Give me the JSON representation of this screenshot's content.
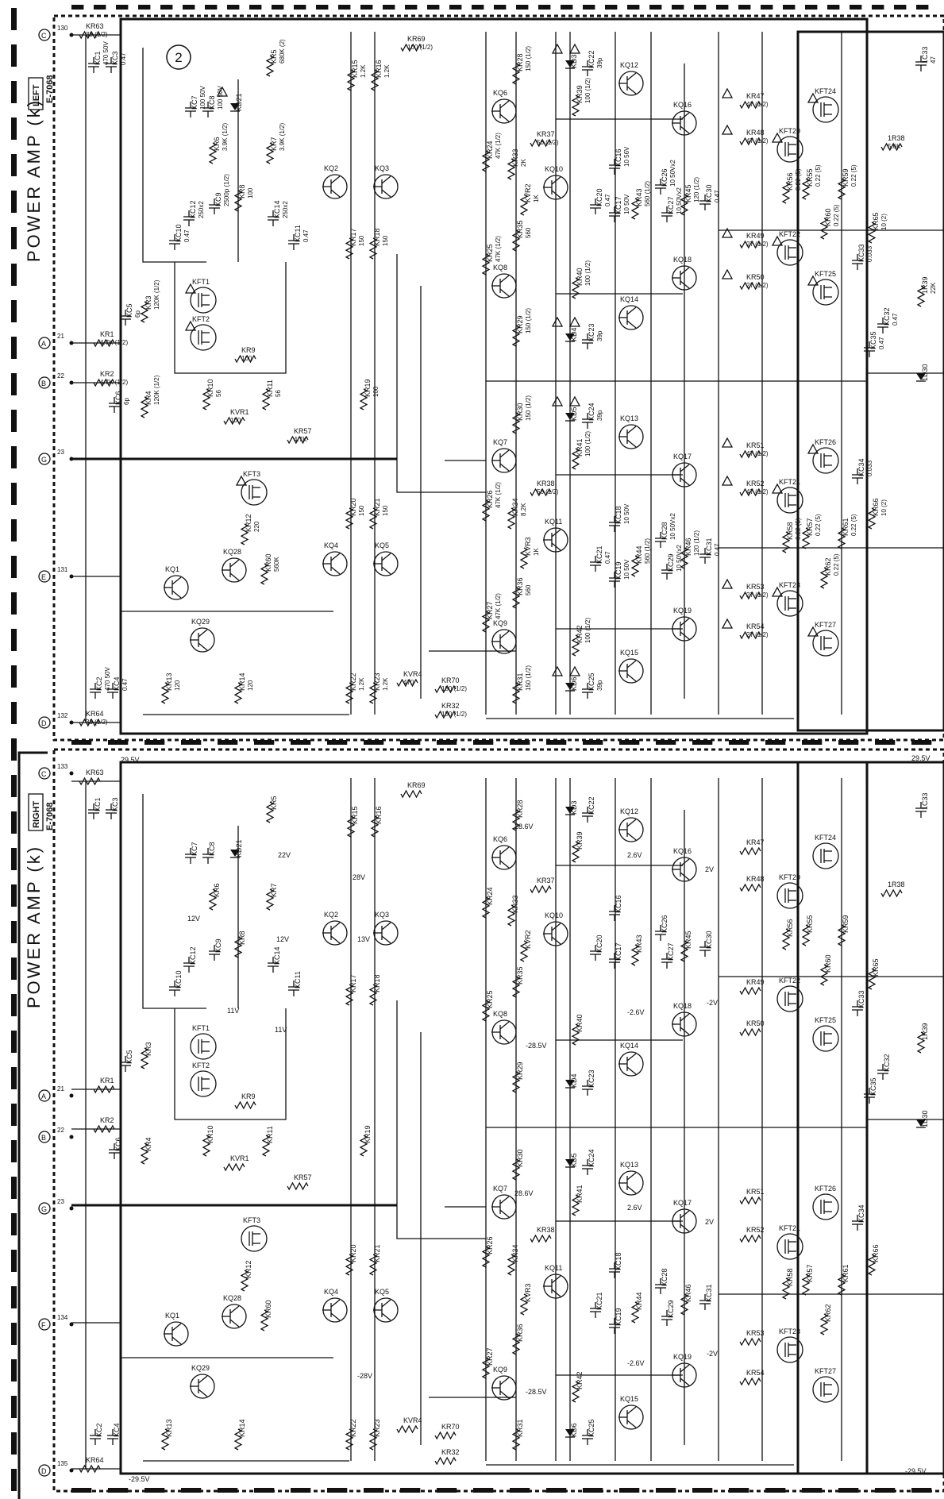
{
  "left": {
    "title": "POWER AMP (k)",
    "channel": "LEFT",
    "board": "E-7068",
    "circle_badge": "2",
    "terminals": [
      {
        "pin": "130",
        "letter": "C"
      },
      {
        "pin": "21",
        "letter": "A"
      },
      {
        "pin": "22",
        "letter": "B"
      },
      {
        "pin": "23",
        "letter": "G"
      },
      {
        "pin": "131",
        "letter": "E"
      },
      {
        "pin": "132",
        "letter": "D"
      }
    ],
    "components": [
      {
        "ref": "KR63",
        "value": "33 (1/2)"
      },
      {
        "ref": "KC1",
        "value": "470 50V"
      },
      {
        "ref": "KC3",
        "value": "0.47"
      },
      {
        "ref": "KR5",
        "value": "680K (2)"
      },
      {
        "ref": "KC7",
        "value": "100 50V"
      },
      {
        "ref": "KC8",
        "value": "100 50V"
      },
      {
        "ref": "KD21",
        "value": ""
      },
      {
        "ref": "KR6",
        "value": "3.9K (1/2)"
      },
      {
        "ref": "KR7",
        "value": "3.9K (1/2)"
      },
      {
        "ref": "KR8",
        "value": "100"
      },
      {
        "ref": "KC9",
        "value": "2500p (1/2)"
      },
      {
        "ref": "KC12",
        "value": "250x2"
      },
      {
        "ref": "KC14",
        "value": "250x2"
      },
      {
        "ref": "KC10",
        "value": "0.47"
      },
      {
        "ref": "KC11",
        "value": "0.47"
      },
      {
        "ref": "KFT1",
        "value": ""
      },
      {
        "ref": "KFT2",
        "value": ""
      },
      {
        "ref": "KC5",
        "value": "6p"
      },
      {
        "ref": "KR3",
        "value": "120K (1/2)"
      },
      {
        "ref": "KR1",
        "value": "4.7K (1/2)"
      },
      {
        "ref": "KR2",
        "value": "4.7K (1/2)"
      },
      {
        "ref": "KC6",
        "value": "6p"
      },
      {
        "ref": "KR4",
        "value": "120K (1/2)"
      },
      {
        "ref": "KR9",
        "value": "100"
      },
      {
        "ref": "KR10",
        "value": "56"
      },
      {
        "ref": "KR11",
        "value": "56"
      },
      {
        "ref": "KVR1",
        "value": "100"
      },
      {
        "ref": "KR57",
        "value": "4.7K"
      },
      {
        "ref": "KFT3",
        "value": ""
      },
      {
        "ref": "KR12",
        "value": "220"
      },
      {
        "ref": "KQ28",
        "value": ""
      },
      {
        "ref": "KQ1",
        "value": ""
      },
      {
        "ref": "KR60",
        "value": "560K"
      },
      {
        "ref": "KQ29",
        "value": ""
      },
      {
        "ref": "KC2",
        "value": "470 50V"
      },
      {
        "ref": "KC4",
        "value": "0.47"
      },
      {
        "ref": "KR13",
        "value": "120"
      },
      {
        "ref": "KR14",
        "value": "120"
      },
      {
        "ref": "KR64",
        "value": "33 (1/2)"
      },
      {
        "ref": "KR15",
        "value": "1.2K"
      },
      {
        "ref": "KR16",
        "value": "1.2K"
      },
      {
        "ref": "KR69",
        "value": "100 (1/2)"
      },
      {
        "ref": "KQ2",
        "value": ""
      },
      {
        "ref": "KQ3",
        "value": ""
      },
      {
        "ref": "KR17",
        "value": "150"
      },
      {
        "ref": "KR18",
        "value": "150"
      },
      {
        "ref": "KR19",
        "value": "100"
      },
      {
        "ref": "KR20",
        "value": "150"
      },
      {
        "ref": "KR21",
        "value": "150"
      },
      {
        "ref": "KQ4",
        "value": ""
      },
      {
        "ref": "KQ5",
        "value": ""
      },
      {
        "ref": "KR22",
        "value": "1.2K"
      },
      {
        "ref": "KR23",
        "value": "1.2K"
      },
      {
        "ref": "KVR4",
        "value": "470"
      },
      {
        "ref": "KR70",
        "value": "180 (1/2)"
      },
      {
        "ref": "KR32",
        "value": "150 (1/2)"
      },
      {
        "ref": "KR28",
        "value": "150 (1/2)"
      },
      {
        "ref": "KQ6",
        "value": ""
      },
      {
        "ref": "KR24",
        "value": "47K (1/2)"
      },
      {
        "ref": "KR33",
        "value": "2K"
      },
      {
        "ref": "KR37",
        "value": "56 (1/2)"
      },
      {
        "ref": "KQ10",
        "value": ""
      },
      {
        "ref": "KVR2",
        "value": "1K"
      },
      {
        "ref": "KR35",
        "value": "560"
      },
      {
        "ref": "KR25",
        "value": "47K (1/2)"
      },
      {
        "ref": "KQ8",
        "value": ""
      },
      {
        "ref": "KR29",
        "value": "150 (1/2)"
      },
      {
        "ref": "KR30",
        "value": "150 (1/2)"
      },
      {
        "ref": "KQ7",
        "value": ""
      },
      {
        "ref": "KR26",
        "value": "47K (1/2)"
      },
      {
        "ref": "KR34",
        "value": "8.2K"
      },
      {
        "ref": "KR38",
        "value": "56 (1/2)"
      },
      {
        "ref": "KQ11",
        "value": ""
      },
      {
        "ref": "KVR3",
        "value": "1K"
      },
      {
        "ref": "KR36",
        "value": "560"
      },
      {
        "ref": "KR27",
        "value": "47K (1/2)"
      },
      {
        "ref": "KQ9",
        "value": ""
      },
      {
        "ref": "KR31",
        "value": "150 (1/2)"
      },
      {
        "ref": "KD3",
        "value": ""
      },
      {
        "ref": "KC22",
        "value": "39p"
      },
      {
        "ref": "KR39",
        "value": "100 (1/2)"
      },
      {
        "ref": "KQ12",
        "value": ""
      },
      {
        "ref": "KC20",
        "value": "0.47"
      },
      {
        "ref": "KC16",
        "value": "10 56V"
      },
      {
        "ref": "KC17",
        "value": "10 50V"
      },
      {
        "ref": "KR43",
        "value": "560 (1/2)"
      },
      {
        "ref": "KR40",
        "value": "100 (1/2)"
      },
      {
        "ref": "KD4",
        "value": ""
      },
      {
        "ref": "KC23",
        "value": "39p"
      },
      {
        "ref": "KQ14",
        "value": ""
      },
      {
        "ref": "KD5",
        "value": ""
      },
      {
        "ref": "KC24",
        "value": "39p"
      },
      {
        "ref": "KR41",
        "value": "100 (1/2)"
      },
      {
        "ref": "KQ13",
        "value": ""
      },
      {
        "ref": "KC18",
        "value": "10 50V"
      },
      {
        "ref": "KC21",
        "value": "0.47"
      },
      {
        "ref": "KC19",
        "value": "10 50V"
      },
      {
        "ref": "KR44",
        "value": "560 (1/2)"
      },
      {
        "ref": "KR42",
        "value": "100 (1/2)"
      },
      {
        "ref": "KD6",
        "value": ""
      },
      {
        "ref": "KC25",
        "value": "39p"
      },
      {
        "ref": "KQ15",
        "value": ""
      },
      {
        "ref": "KC26",
        "value": "10 50Vx2"
      },
      {
        "ref": "KC27",
        "value": "10 50Vx2"
      },
      {
        "ref": "KR45",
        "value": "120 (1/2)"
      },
      {
        "ref": "KC30",
        "value": "0.47"
      },
      {
        "ref": "KQ16",
        "value": ""
      },
      {
        "ref": "KQ18",
        "value": ""
      },
      {
        "ref": "KC28",
        "value": "10 50Vx2"
      },
      {
        "ref": "KC29",
        "value": "10 50Vx2"
      },
      {
        "ref": "KR46",
        "value": "120 (1/2)"
      },
      {
        "ref": "KC31",
        "value": "0.47"
      },
      {
        "ref": "KQ17",
        "value": ""
      },
      {
        "ref": "KQ19",
        "value": ""
      },
      {
        "ref": "KR47",
        "value": "47 (1/2)"
      },
      {
        "ref": "KR48",
        "value": "47 (1/2)"
      },
      {
        "ref": "KR49",
        "value": "27 (1/2)"
      },
      {
        "ref": "KR50",
        "value": "27 (1/2)"
      },
      {
        "ref": "KR51",
        "value": "47 (1/2)"
      },
      {
        "ref": "KR52",
        "value": "47 (1/2)"
      },
      {
        "ref": "KR53",
        "value": "27 (1/2)"
      },
      {
        "ref": "KR54",
        "value": "27 (1/2)"
      },
      {
        "ref": "KFT24",
        "value": ""
      },
      {
        "ref": "KFT20",
        "value": ""
      },
      {
        "ref": "KFT22",
        "value": ""
      },
      {
        "ref": "KFT25",
        "value": ""
      },
      {
        "ref": "KFT26",
        "value": ""
      },
      {
        "ref": "KFT21",
        "value": ""
      },
      {
        "ref": "KFT23",
        "value": ""
      },
      {
        "ref": "KFT27",
        "value": ""
      },
      {
        "ref": "KR55",
        "value": "0.22 (5)"
      },
      {
        "ref": "KR56",
        "value": "0.22 (5)"
      },
      {
        "ref": "KR59",
        "value": "0.22 (5)"
      },
      {
        "ref": "KR60",
        "value": "0.22 (5)"
      },
      {
        "ref": "KR57",
        "value": "0.22 (5)"
      },
      {
        "ref": "KR58",
        "value": "0.22 (5)"
      },
      {
        "ref": "KR61",
        "value": "0.22 (5)"
      },
      {
        "ref": "KR62",
        "value": "0.22 (5)"
      },
      {
        "ref": "KR65",
        "value": "10 (2)"
      },
      {
        "ref": "KC33",
        "value": "0.033"
      },
      {
        "ref": "KR66",
        "value": "10 (2)"
      },
      {
        "ref": "KC34",
        "value": "0.033"
      },
      {
        "ref": "1R38",
        "value": "5.6K"
      },
      {
        "ref": "1C33",
        "value": "47"
      },
      {
        "ref": "1R39",
        "value": "22K"
      },
      {
        "ref": "KC32",
        "value": "0.47"
      },
      {
        "ref": "KC35",
        "value": "0.47"
      },
      {
        "ref": "1D30",
        "value": ""
      }
    ]
  },
  "right": {
    "title": "POWER AMP (k)",
    "channel": "RIGHT",
    "board": "E-7068",
    "terminals": [
      {
        "pin": "133",
        "letter": "C"
      },
      {
        "pin": "21",
        "letter": "A"
      },
      {
        "pin": "22",
        "letter": "B"
      },
      {
        "pin": "23",
        "letter": "G"
      },
      {
        "pin": "134",
        "letter": "F"
      },
      {
        "pin": "135",
        "letter": "D"
      }
    ],
    "voltages": [
      {
        "key": "pos_rail",
        "text": "29.5V"
      },
      {
        "key": "neg_rail",
        "text": "-29.5V"
      },
      {
        "key": "kq6",
        "text": "28.6V"
      },
      {
        "key": "kq7",
        "text": "28.6V"
      },
      {
        "key": "kq8",
        "text": "-28.5V"
      },
      {
        "key": "kq9",
        "text": "-28.5V"
      },
      {
        "key": "v22",
        "text": "22V"
      },
      {
        "key": "v28",
        "text": "28V"
      },
      {
        "key": "v12a",
        "text": "12V"
      },
      {
        "key": "v12b",
        "text": "12V"
      },
      {
        "key": "v13",
        "text": "13V"
      },
      {
        "key": "v11a",
        "text": "11V"
      },
      {
        "key": "v11b",
        "text": "11V"
      },
      {
        "key": "v11c",
        "text": "11V"
      },
      {
        "key": "vneg28",
        "text": "-28V"
      },
      {
        "key": "v26a",
        "text": "2.6V"
      },
      {
        "key": "v26b",
        "text": "2.6V"
      },
      {
        "key": "v2a",
        "text": "2V"
      },
      {
        "key": "v2b",
        "text": "2V"
      },
      {
        "key": "vneg26a",
        "text": "-2.6V"
      },
      {
        "key": "vneg26b",
        "text": "-2.6V"
      },
      {
        "key": "vneg2a",
        "text": "-2V"
      },
      {
        "key": "vneg2b",
        "text": "-2V"
      },
      {
        "key": "r_rail",
        "text": "29.5V"
      },
      {
        "key": "r_rail_neg",
        "text": "-29.5V"
      }
    ]
  }
}
